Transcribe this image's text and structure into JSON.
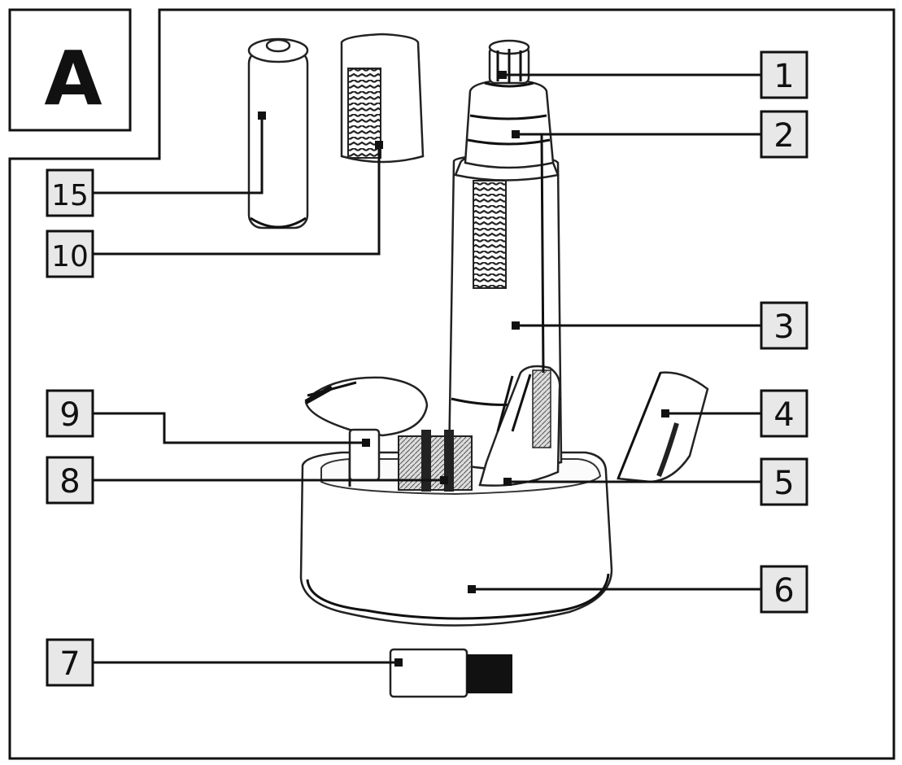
{
  "figure": {
    "panel_label": "A",
    "callouts": [
      {
        "id": "c1",
        "text": "1"
      },
      {
        "id": "c2",
        "text": "2"
      },
      {
        "id": "c3",
        "text": "3"
      },
      {
        "id": "c4",
        "text": "4"
      },
      {
        "id": "c5",
        "text": "5"
      },
      {
        "id": "c6",
        "text": "6"
      },
      {
        "id": "c7",
        "text": "7"
      },
      {
        "id": "c8",
        "text": "8"
      },
      {
        "id": "c9",
        "text": "9"
      },
      {
        "id": "c10",
        "text": "10"
      },
      {
        "id": "c15",
        "text": "15"
      }
    ]
  }
}
